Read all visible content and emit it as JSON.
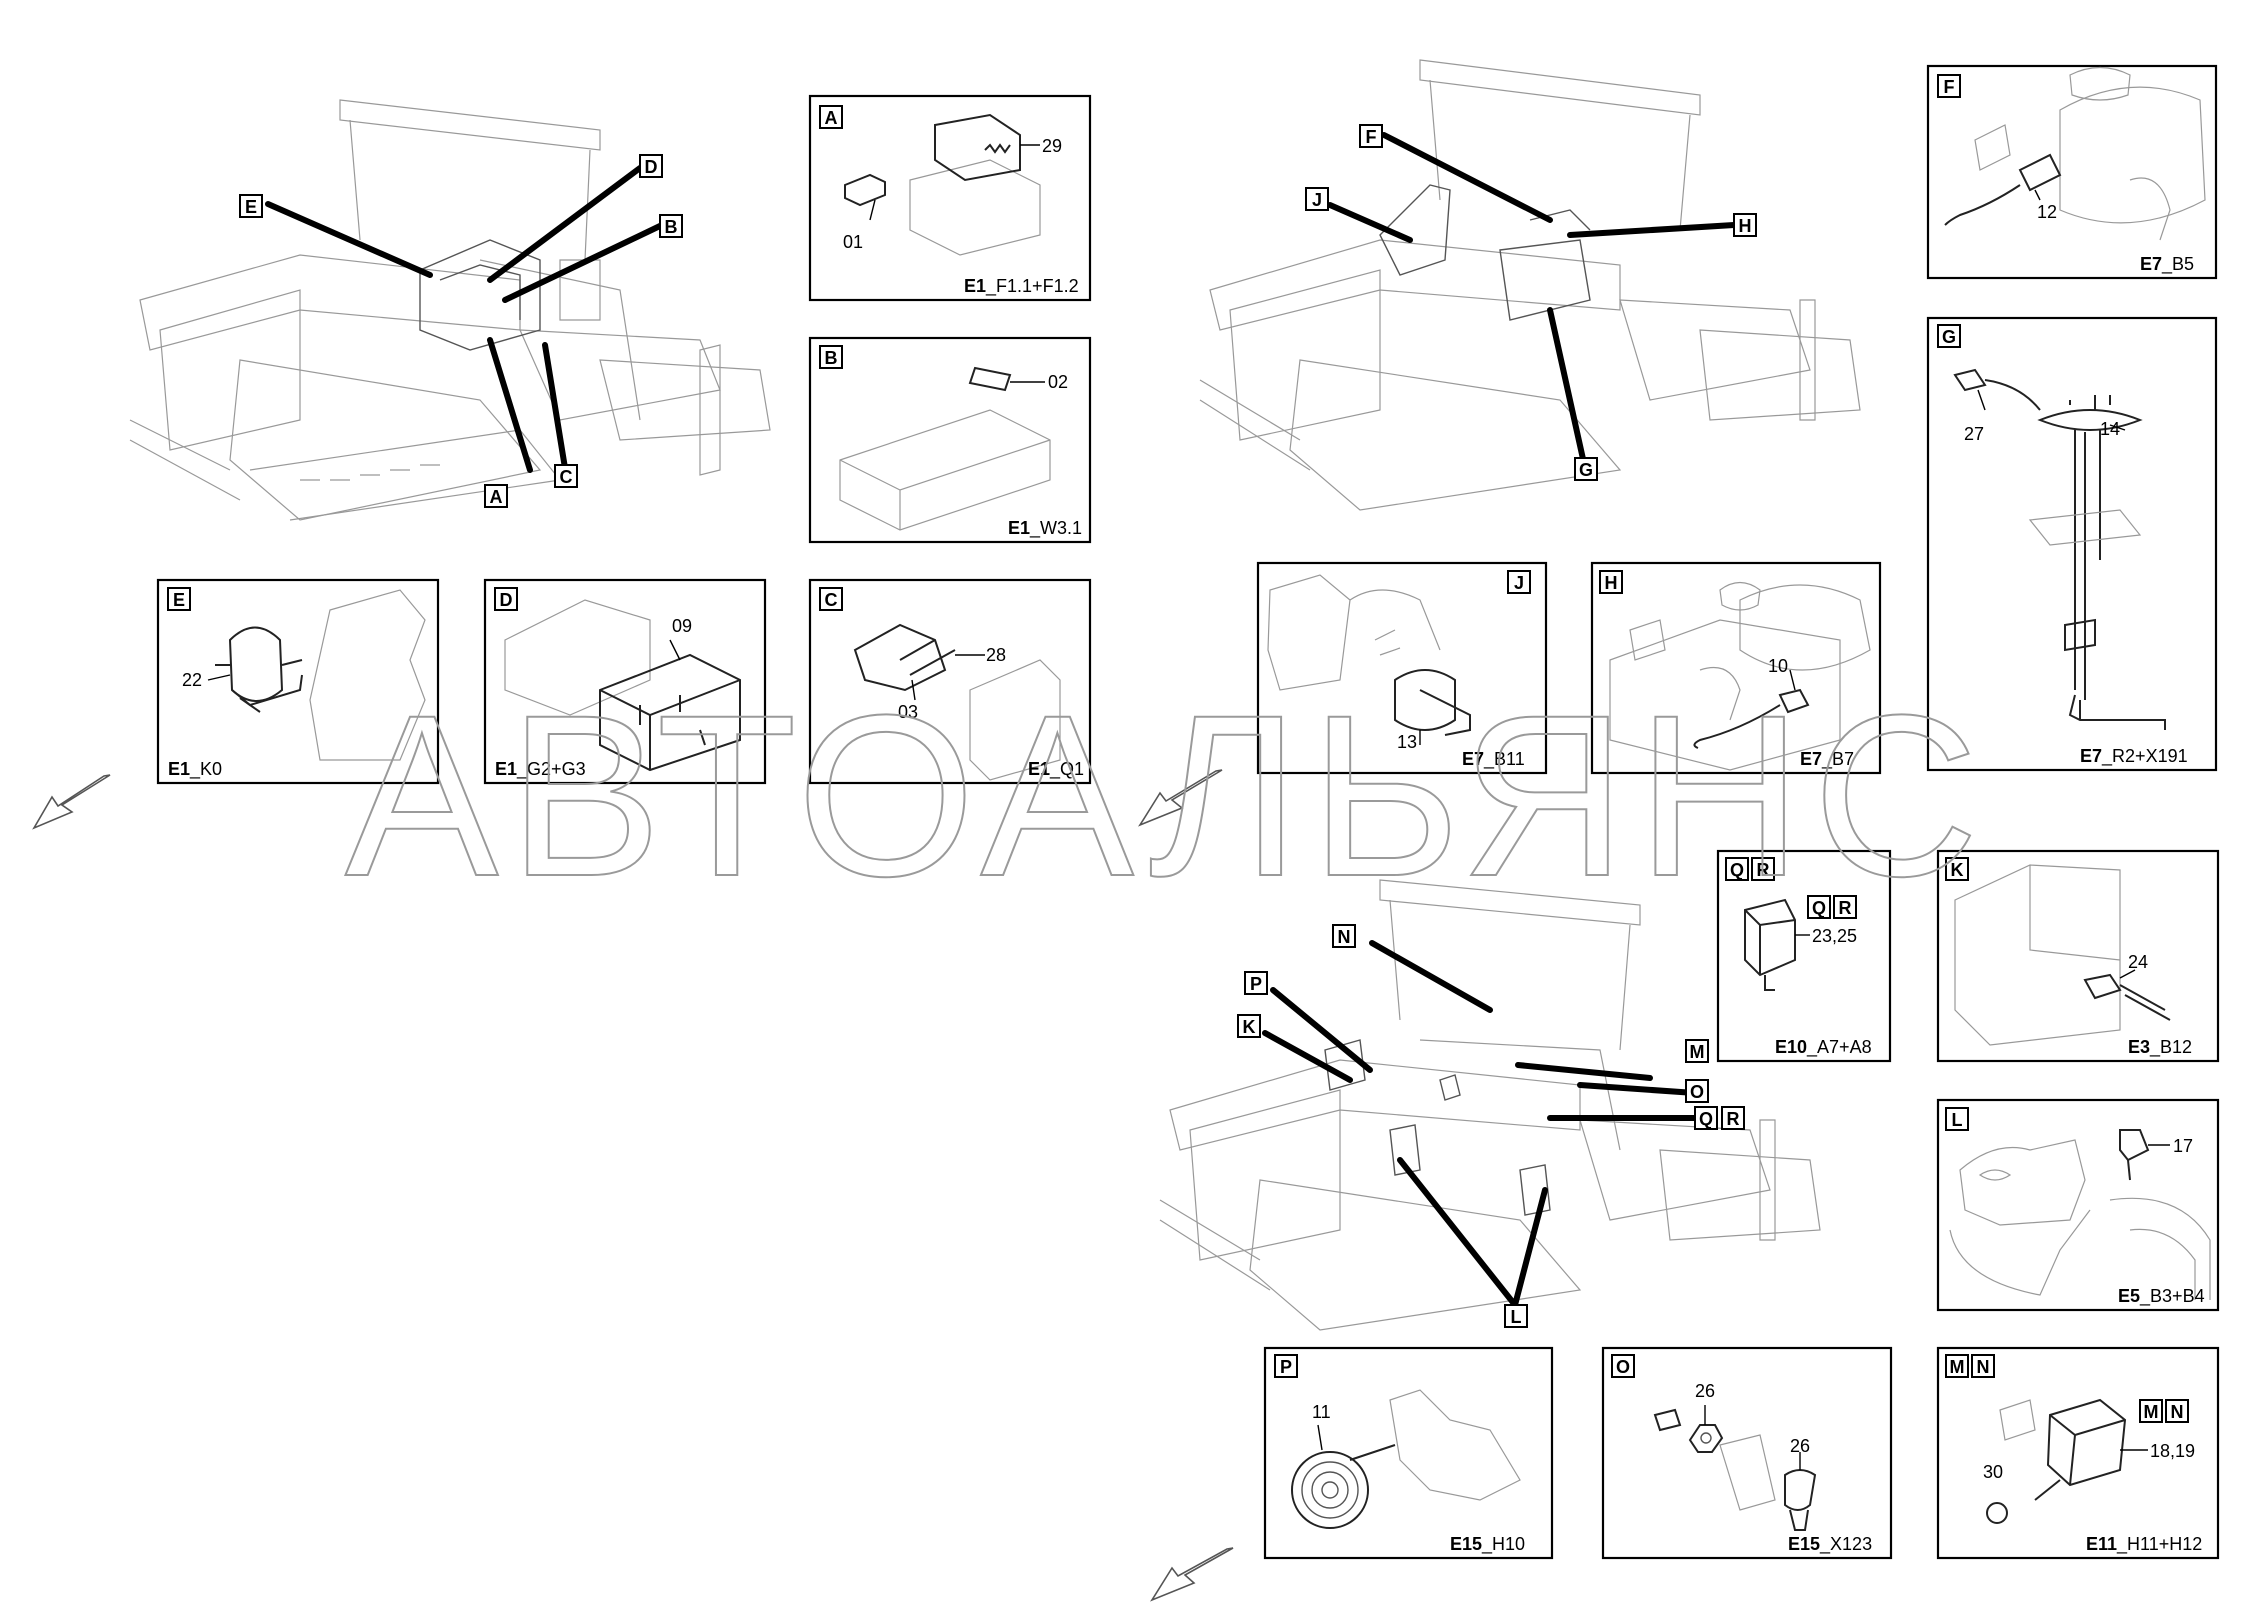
{
  "watermark": "АВТОАЛЬЯНС",
  "panels": {
    "A": {
      "tag": "A",
      "parts": [
        "29",
        "01"
      ],
      "caption_bold": "E1",
      "caption_rest": "_F1.1+F1.2"
    },
    "B": {
      "tag": "B",
      "parts": [
        "02"
      ],
      "caption_bold": "E1",
      "caption_rest": "_W3.1"
    },
    "C": {
      "tag": "C",
      "parts": [
        "28",
        "03"
      ],
      "caption_bold": "E1",
      "caption_rest": "_Q1"
    },
    "D": {
      "tag": "D",
      "parts": [
        "09"
      ],
      "caption_bold": "E1",
      "caption_rest": "_G2+G3"
    },
    "E": {
      "tag": "E",
      "parts": [
        "22"
      ],
      "caption_bold": "E1",
      "caption_rest": "_K0"
    },
    "F": {
      "tag": "F",
      "parts": [
        "12"
      ],
      "caption_bold": "E7",
      "caption_rest": "_B5"
    },
    "G": {
      "tag": "G",
      "parts": [
        "27",
        "14"
      ],
      "caption_bold": "E7",
      "caption_rest": "_R2+X191"
    },
    "J": {
      "tag": "J",
      "parts": [
        "13"
      ],
      "caption_bold": "E7",
      "caption_rest": "_B11"
    },
    "H": {
      "tag": "H",
      "parts": [
        "10"
      ],
      "caption_bold": "E7",
      "caption_rest": "_B7"
    },
    "QR": {
      "tags": [
        "Q",
        "R"
      ],
      "parts": [
        "23,25"
      ],
      "caption_bold": "E10",
      "caption_rest": "_A7+A8"
    },
    "K": {
      "tag": "K",
      "parts": [
        "24"
      ],
      "caption_bold": "E3",
      "caption_rest": "_B12"
    },
    "L": {
      "tag": "L",
      "parts": [
        "17"
      ],
      "caption_bold": "E5",
      "caption_rest": "_B3+B4"
    },
    "P": {
      "tag": "P",
      "parts": [
        "11"
      ],
      "caption_bold": "E15",
      "caption_rest": "_H10"
    },
    "O": {
      "tag": "O",
      "parts": [
        "26",
        "26"
      ],
      "caption_bold": "E15",
      "caption_rest": "_X123"
    },
    "MN": {
      "tags": [
        "M",
        "N"
      ],
      "parts": [
        "18,19",
        "30"
      ],
      "caption_bold": "E11",
      "caption_rest": "_H11+H12"
    }
  },
  "callouts": {
    "view1": [
      "E",
      "D",
      "B",
      "C",
      "A"
    ],
    "view2": [
      "F",
      "J",
      "H",
      "G"
    ],
    "view3": [
      "N",
      "P",
      "K",
      "M",
      "O",
      "Q",
      "R",
      "L"
    ]
  }
}
